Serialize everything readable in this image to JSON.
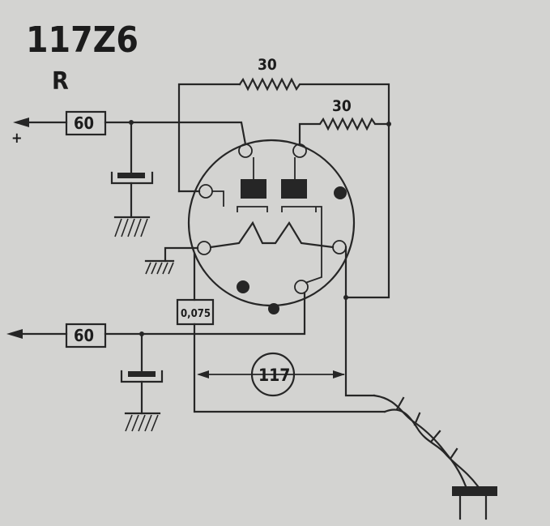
{
  "tube": {
    "type": "117Z6",
    "suffix": "R"
  },
  "resistors": {
    "top_upper": "30",
    "top_lower": "30",
    "left_upper": "60",
    "left_lower": "60",
    "pilot": "0,075"
  },
  "supply": {
    "voltage": "117",
    "plus_sign": "+"
  },
  "colors": {
    "background": "#d3d3d1",
    "ink": "#262626"
  }
}
